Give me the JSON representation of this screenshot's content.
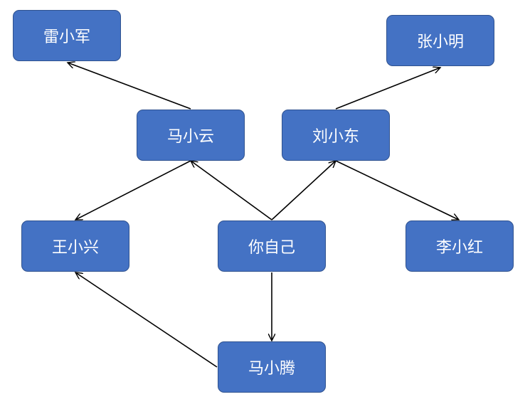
{
  "nodes": {
    "lei_xiaojun": "雷小军",
    "zhang_xiaoming": "张小明",
    "ma_xiaoyun": "马小云",
    "liu_xiaodong": "刘小东",
    "wang_xiaoxing": "王小兴",
    "ni_ziji": "你自己",
    "li_xiaohong": "李小红",
    "ma_xiaoteng": "马小腾"
  },
  "edges": [
    {
      "from": "ma_xiaoyun",
      "to": "lei_xiaojun"
    },
    {
      "from": "liu_xiaodong",
      "to": "zhang_xiaoming"
    },
    {
      "from": "ni_ziji",
      "to": "ma_xiaoyun"
    },
    {
      "from": "ni_ziji",
      "to": "liu_xiaodong"
    },
    {
      "from": "ma_xiaoyun",
      "to": "wang_xiaoxing"
    },
    {
      "from": "liu_xiaodong",
      "to": "li_xiaohong"
    },
    {
      "from": "ni_ziji",
      "to": "ma_xiaoteng"
    },
    {
      "from": "ma_xiaoteng",
      "to": "wang_xiaoxing"
    }
  ],
  "colors": {
    "node_fill": "#4472c4",
    "node_border": "#2f528f",
    "node_text": "#ffffff",
    "edge": "#000000"
  }
}
